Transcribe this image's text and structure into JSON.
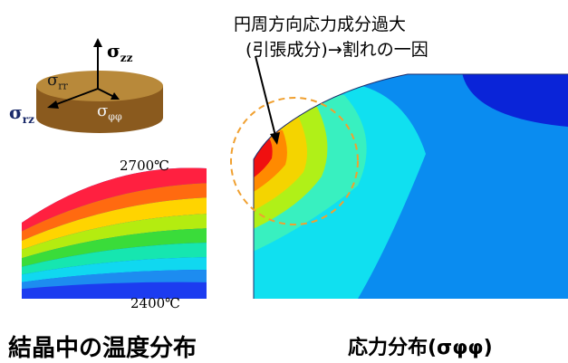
{
  "annotation": {
    "line1": "円周方向応力成分過大",
    "line2": "(引張成分)→割れの一因"
  },
  "left_panel": {
    "stress_labels": {
      "zz": "σ",
      "zz_sub": "zz",
      "rr": "σ",
      "rr_sub": "rr",
      "rz": "σ",
      "rz_sub": "rz",
      "phiphi": "σ",
      "phiphi_sub": "φφ"
    },
    "temp_top": "2700℃",
    "temp_bottom": "2400℃",
    "caption": "結晶中の温度分布"
  },
  "right_panel": {
    "caption": "応力分布(σφφ)"
  },
  "colors": {
    "disk_top": "#b8893a",
    "disk_side": "#8a5a1e",
    "highlight_circle": "#f0a030",
    "temp_bands": [
      "#ff1a78",
      "#ff2040",
      "#ff6a10",
      "#ffd400",
      "#b4ec10",
      "#3adc3a",
      "#16e6b0",
      "#10d8f0",
      "#1d8cf0",
      "#1c3cf0"
    ],
    "stress_fields": [
      "#0a24d8",
      "#0a8cf0",
      "#10e0f0",
      "#38f0c0",
      "#b0f018",
      "#f4d400",
      "#ff8a00",
      "#f01010"
    ]
  }
}
